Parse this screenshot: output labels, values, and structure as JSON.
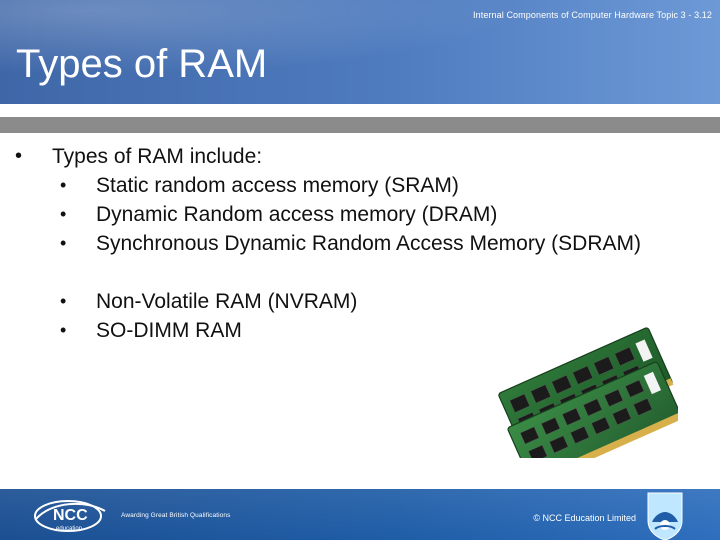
{
  "header": {
    "top_text": "Internal Components of Computer Hardware  Topic 3 - 3.12",
    "title": "Types of RAM"
  },
  "content": {
    "bullet_symbol": "•",
    "main_item": "Types of RAM include:",
    "sub_items": [
      {
        "text": "Static random access memory (SRAM)"
      },
      {
        "text": "Dynamic Random access memory (DRAM)"
      },
      {
        "text": "Synchronous Dynamic Random Access Memory (SDRAM)"
      },
      {
        "text": "Non-Volatile RAM (NVRAM)"
      },
      {
        "text": "SO-DIMM RAM"
      }
    ]
  },
  "footer": {
    "logo_text": "NCC",
    "logo_subtext": "education",
    "tagline": "Awarding Great British Qualifications",
    "copyright": "© NCC Education Limited"
  },
  "colors": {
    "header_blue": "#4f7cbf",
    "footer_blue": "#1f5da7",
    "grey_bar": "#8b8b8b",
    "text": "#111111"
  }
}
